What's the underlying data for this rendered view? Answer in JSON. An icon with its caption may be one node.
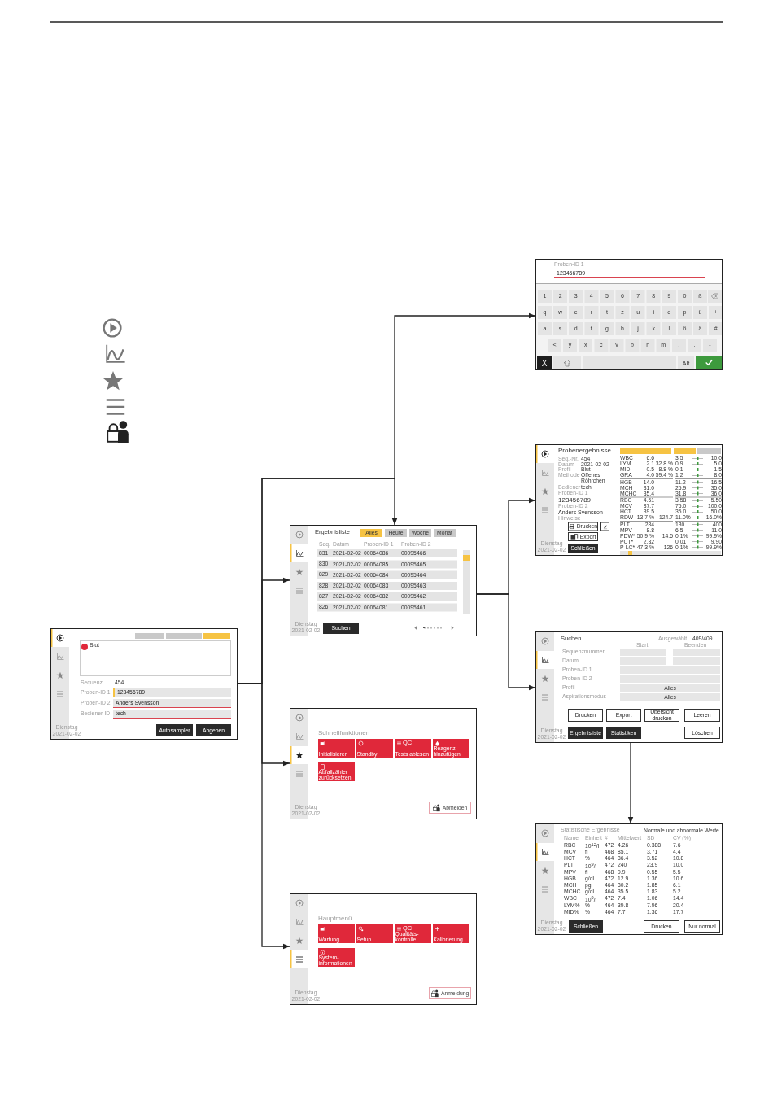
{
  "diagram": {
    "nodes": [
      {
        "text": [
          "Blut",
          "Sequenz",
          "454",
          "Proben-ID 1",
          "123456789",
          "Proben-ID 2",
          "Anders Svensson",
          "Bediener-ID",
          "tech",
          "Dienstag 2021-02-02",
          "Autosampler",
          "Abgeben"
        ]
      },
      {
        "text": [
          "Ergebnisliste",
          "Alles",
          "Heute",
          "Woche",
          "Monat",
          "Seq.",
          "Datum",
          "Proben-ID 1",
          "Proben-ID 2",
          "831",
          "2021-02-02",
          "00064086",
          "00095466",
          "830",
          "2021-02-02",
          "00064085",
          "00095465",
          "829",
          "2021-02-02",
          "00064084",
          "00095464",
          "828",
          "2021-02-02",
          "00064083",
          "00095463",
          "827",
          "2021-02-02",
          "00064082",
          "00095462",
          "826",
          "2021-02-02",
          "00064081",
          "00095461",
          "Dienstag 2021-02-02",
          "Suchen"
        ]
      },
      {
        "text": [
          "Proben-ID 1",
          "123456789",
          "1",
          "2",
          "3",
          "4",
          "5",
          "6",
          "7",
          "8",
          "9",
          "0",
          "ß",
          "q",
          "w",
          "e",
          "r",
          "t",
          "z",
          "u",
          "i",
          "o",
          "p",
          "ü",
          "+",
          "a",
          "s",
          "d",
          "f",
          "g",
          "h",
          "j",
          "k",
          "l",
          "ö",
          "ä",
          "#",
          "<",
          "y",
          "x",
          "c",
          "v",
          "b",
          "n",
          "m",
          ",",
          ".",
          "-",
          "X",
          "Alt"
        ]
      },
      {
        "text": [
          "Probenergebnisse",
          "Seq.-Nr.",
          "454",
          "Datum",
          "2021-02-02",
          "Profil",
          "Blut",
          "Methode",
          "Offenes Röhrchen",
          "Bediener",
          "tech",
          "Proben-ID 1",
          "123456789",
          "Proben-ID 2",
          "Anders Svensson",
          "Hinweise",
          "Drucken",
          "Export",
          "Dienstag 2021-02-02",
          "Schließen",
          "WBC",
          "6.6",
          "3.5",
          "10.0",
          "LYM",
          "2.1",
          "32.8 %",
          "0.9",
          "5.0",
          "MID",
          "0.5",
          "8.8 %",
          "0.1",
          "1.5",
          "GRA",
          "4.0",
          "59.4 %",
          "1.2",
          "8.0",
          "HGB",
          "14.0",
          "11.2",
          "16.5",
          "MCH",
          "31.0",
          "25.9",
          "35.0",
          "MCHC",
          "35.4",
          "31.8",
          "36.0",
          "RBC",
          "4.51",
          "3.58",
          "5.50",
          "MCV",
          "87.7",
          "75.0",
          "100.0",
          "HCT",
          "39.5",
          "35.0",
          "50.0",
          "RDW",
          "13.7 %",
          "124.7",
          "11.0%",
          "16.0%",
          "PLT",
          "284",
          "130",
          "400",
          "MPV",
          "8.8",
          "6.5",
          "11.0",
          "PDW*",
          "50.9 %",
          "14.5",
          "0.1%",
          "99.9%",
          "PCT*",
          "2.32",
          "0.01",
          "9.90",
          "P-LC*",
          "47.3 %",
          "126",
          "0.1%",
          "99.9%"
        ]
      },
      {
        "text": [
          "Suchen",
          "Ausgewählt",
          "409/409",
          "Start",
          "Beenden",
          "Sequenznummer",
          "Datum",
          "Proben-ID 1",
          "Proben-ID 2",
          "Profil",
          "Alles",
          "Aspirationsmodus",
          "Alles",
          "Drucken",
          "Export",
          "Übersicht drucken",
          "Leeren",
          "Dienstag 2021-02-02",
          "Ergebnisliste",
          "Statistiken",
          "Löschen"
        ]
      },
      {
        "text": [
          "Statistische Ergebnisse",
          "Normale und abnormale Werte",
          "Name",
          "Einheit",
          "#",
          "Mittelwert",
          "SD",
          "CV (%)",
          "RBC",
          "10$^{12}$/l",
          "472",
          "4.26",
          "0.388",
          "7.6",
          "MCV",
          "fl",
          "468",
          "85.1",
          "3.71",
          "4.4",
          "HCT",
          "%",
          "464",
          "36.4",
          "3.52",
          "10.8",
          "PLT",
          "10$^{9}$/l",
          "472",
          "240",
          "23.9",
          "10.0",
          "MPV",
          "fl",
          "468",
          "9.9",
          "0.55",
          "5.5",
          "HGB",
          "g/dl",
          "472",
          "12.9",
          "1.36",
          "10.6",
          "MCH",
          "pg",
          "464",
          "30.2",
          "1.85",
          "6.1",
          "MCHC",
          "g/dl",
          "464",
          "35.5",
          "1.83",
          "5.2",
          "WBC",
          "10$^{9}$/l",
          "472",
          "7.4",
          "1.06",
          "14.4",
          "LYM%",
          "%",
          "464",
          "39.8",
          "7.96",
          "20.4",
          "MID%",
          "%",
          "464",
          "7.7",
          "1.36",
          "17.7",
          "Dienstag 2021-02-02",
          "Schließen",
          "Drucken",
          "Nur normal"
        ]
      },
      {
        "text": [
          "Schnellfunktionen",
          "Initialisieren",
          "Standby",
          "QC",
          "Tests ablesen",
          "Reagenz hinzufügen",
          "Abfallzähler zurücksetzen",
          "Dienstag 2021-02-02",
          "Abmelden"
        ]
      },
      {
        "text": [
          "Hauptmenü",
          "Wartung",
          "Setup",
          "QC",
          "Qualitäts- kontrolle",
          "Kalibrierung",
          "System- informationen",
          "Dienstag 2021-02-02",
          "Anmeldung"
        ]
      }
    ],
    "edges": [
      {
        "from": 0,
        "to": 1,
        "arrow": "to"
      },
      {
        "from": 0,
        "to": 6,
        "arrow": "to"
      },
      {
        "from": 0,
        "to": 7,
        "arrow": "to"
      },
      {
        "from": 0,
        "to": 2,
        "arrow": "to"
      },
      {
        "from": 0,
        "to": 1,
        "arrow": "to"
      },
      {
        "from": 1,
        "to": 3,
        "arrow": "to"
      },
      {
        "from": 1,
        "to": 4,
        "arrow": "to"
      },
      {
        "from": 4,
        "to": 5,
        "arrow": "to"
      }
    ]
  }
}
